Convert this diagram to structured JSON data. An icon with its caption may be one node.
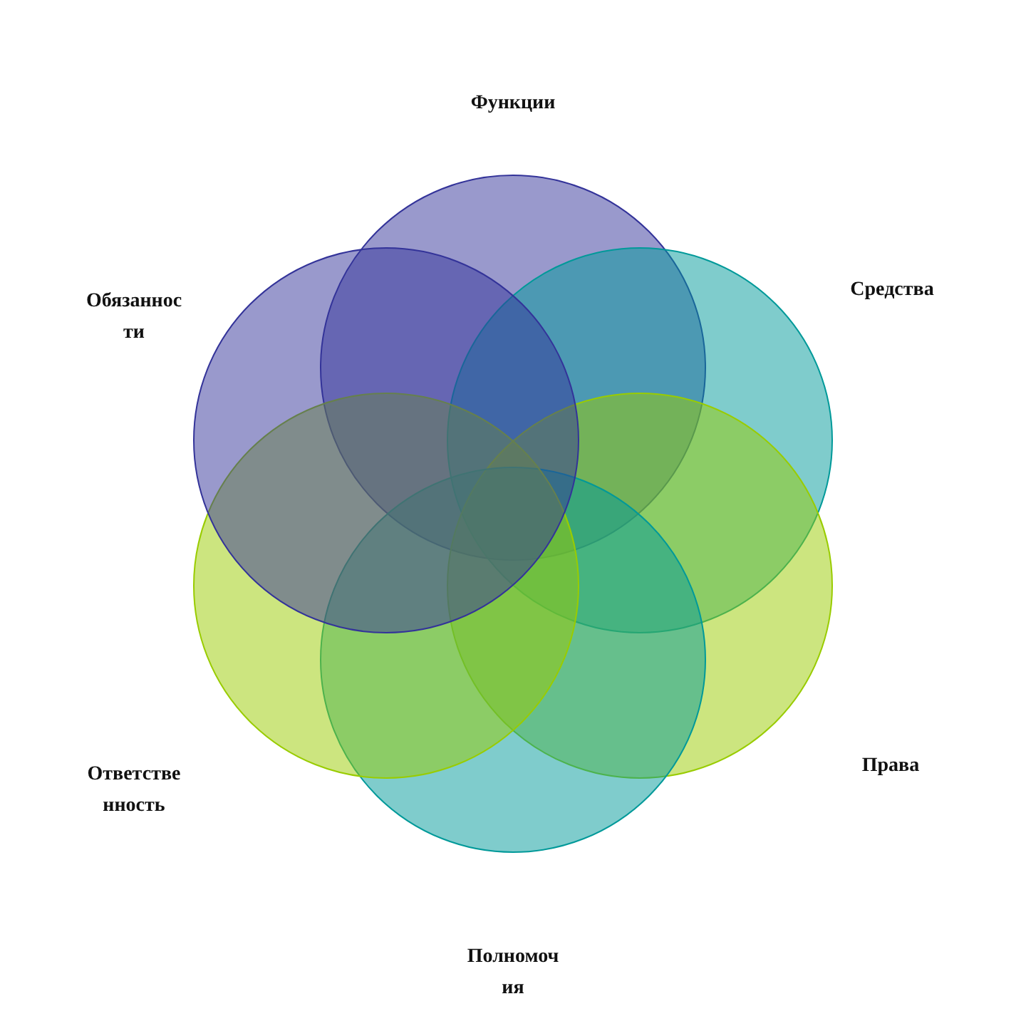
{
  "diagram": {
    "nodes": [
      {
        "text": [
          "Функции"
        ]
      },
      {
        "text": [
          "Средства"
        ]
      },
      {
        "text": [
          "Права"
        ]
      },
      {
        "text": [
          "Полномочия"
        ]
      },
      {
        "text": [
          "Ответственность"
        ]
      },
      {
        "text": [
          "Обязанности"
        ]
      }
    ]
  }
}
